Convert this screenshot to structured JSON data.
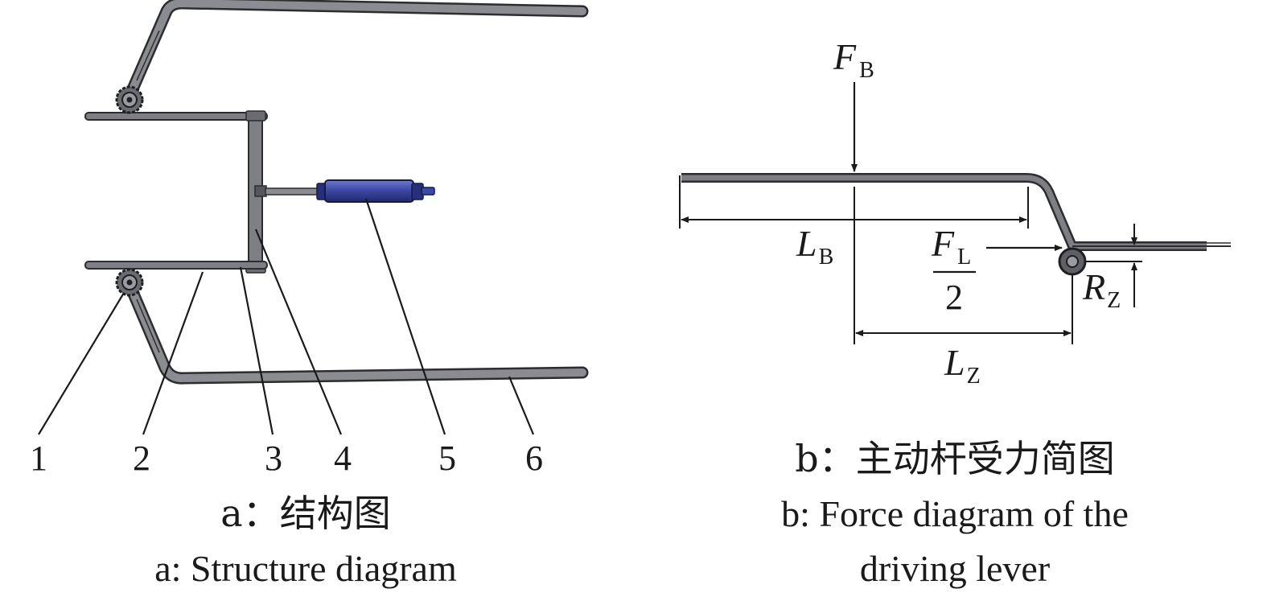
{
  "panel_a": {
    "labels": [
      "1",
      "2",
      "3",
      "4",
      "5",
      "6"
    ],
    "caption_cn": "a：结构图",
    "caption_en": "a: Structure diagram"
  },
  "panel_b": {
    "symbols": {
      "FB": {
        "main": "F",
        "sub": "B"
      },
      "LB": {
        "main": "L",
        "sub": "B"
      },
      "FL": {
        "main": "F",
        "sub": "L",
        "denominator": "2"
      },
      "RZ": {
        "main": "R",
        "sub": "Z"
      },
      "LZ": {
        "main": "L",
        "sub": "Z"
      }
    },
    "caption_cn": "b：主动杆受力简图",
    "caption_en_line1": "b: Force diagram of the",
    "caption_en_line2": "driving lever"
  },
  "colors": {
    "rod_fill": "#7d7f84",
    "rod_edge": "#2d2d30",
    "cylinder": "#3d4aa3",
    "cylinder_dark": "#26307a",
    "line": "#1a1a1a"
  }
}
